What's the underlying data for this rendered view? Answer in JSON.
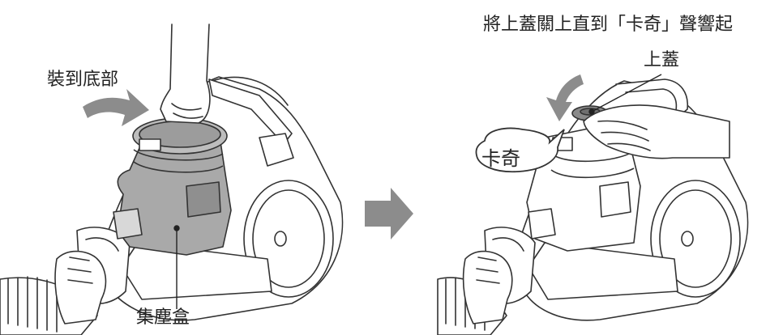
{
  "labels": {
    "attach_to_bottom": "裝到底部",
    "dust_box": "集塵盒",
    "instruction": "將上蓋關上直到「卡奇」聲響起",
    "top_lid": "上蓋",
    "click_sound": "卡奇"
  },
  "icons": {
    "arrow_between": "right-arrow",
    "rotate_arrow_left": "curved-arrow",
    "rotate_arrow_right": "curved-arrow"
  },
  "colors": {
    "line": "#333333",
    "dust_box_fill": "#a9a9a9",
    "arrow_fill": "#8c8c8c",
    "lid_fill": "#8a8a8a"
  }
}
